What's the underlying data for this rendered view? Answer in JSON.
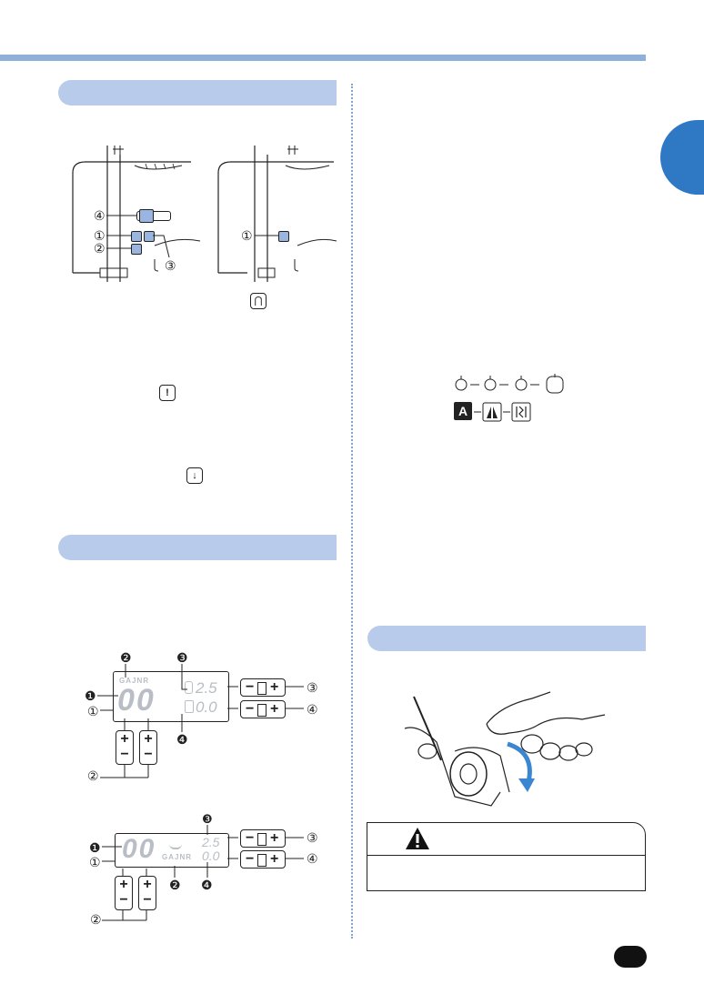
{
  "icons": {
    "tab_marker": "blue-tab",
    "needle_position_button": "needle-up-down-icon",
    "reverse_button": "reverse-stitch-icon",
    "reinforce_button": "reinforcement-stitch-icon",
    "warning": "warning-triangle-icon"
  },
  "figure1": {
    "callouts_left": [
      "④",
      "①",
      "②",
      "③"
    ],
    "callouts_right": [
      "①"
    ]
  },
  "display1": {
    "marker1": "❶",
    "marker2": "❷",
    "marker3": "❸",
    "marker4": "❹",
    "pattern_number": "00",
    "presser_foot": "GAJNR",
    "width_value": "2.5",
    "length_value": "0.0",
    "callout1": "①",
    "callout2": "②",
    "callout3": "③",
    "callout4": "④"
  },
  "display2": {
    "marker1": "❶",
    "marker2": "❷",
    "marker3": "❸",
    "marker4": "❹",
    "pattern_number": "00",
    "presser_foot": "GAJNR",
    "width_value": "2.5",
    "length_value": "0.0",
    "callout1": "①",
    "callout2": "②",
    "callout3": "③",
    "callout4": "④"
  },
  "mode_sequence": {
    "first_key": "A"
  },
  "colors": {
    "accent_blue": "#2f78c4",
    "section_bar": "#b8cbea",
    "top_rule": "#8fb0d9",
    "lcd_text": "#b9bec6"
  }
}
